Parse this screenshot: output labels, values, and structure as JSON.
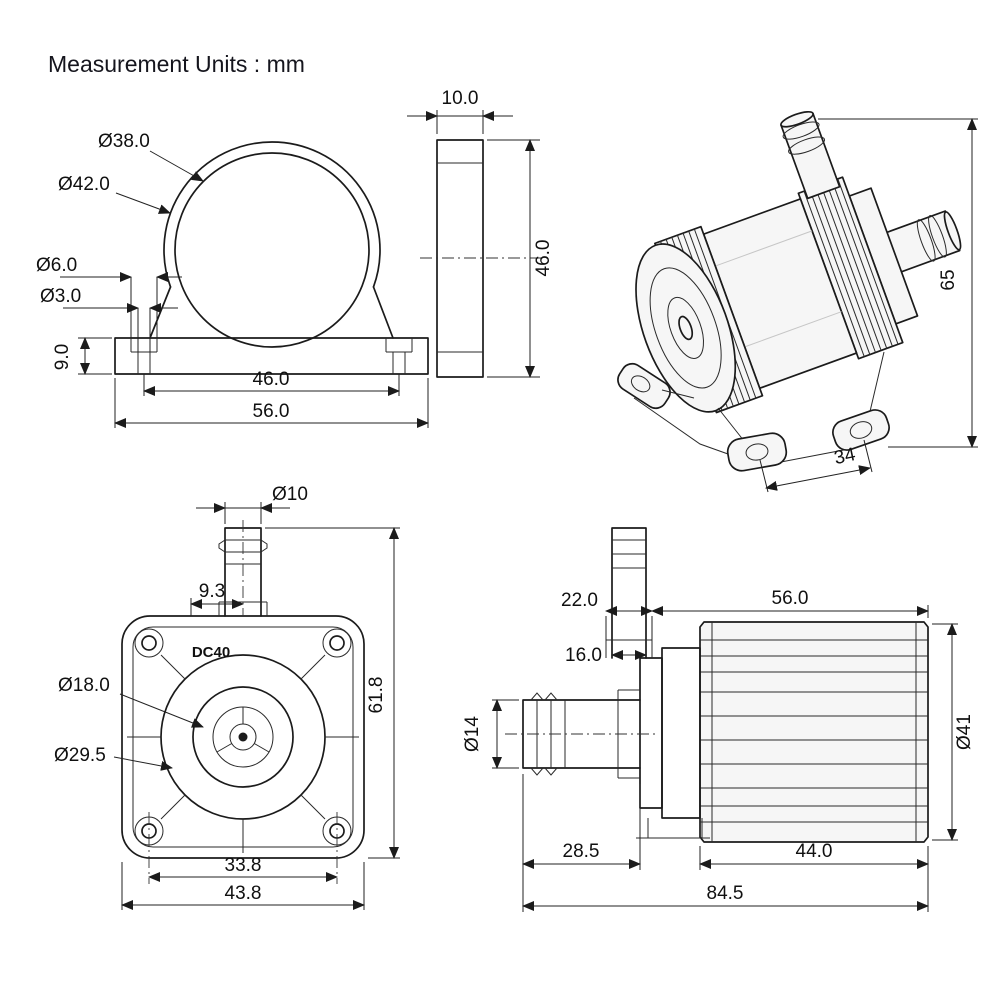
{
  "title": "Measurement Units : mm",
  "bracket_front": {
    "dia38": "Ø38.0",
    "dia42": "Ø42.0",
    "dia6": "Ø6.0",
    "dia3": "Ø3.0",
    "h9": "9.0",
    "w46": "46.0",
    "w56": "56.0"
  },
  "bracket_side": {
    "w10": "10.0",
    "h46": "46.0"
  },
  "pump_iso": {
    "h65": "65",
    "w34": "34"
  },
  "pump_face": {
    "dia10": "Ø10",
    "off93": "9.3",
    "model": "DC40",
    "dia18": "Ø18.0",
    "dia295": "Ø29.5",
    "h618": "61.8",
    "w338": "33.8",
    "w438": "43.8"
  },
  "pump_side": {
    "w22": "22.0",
    "w16": "16.0",
    "dia14": "Ø14",
    "w56": "56.0",
    "dia41": "Ø41",
    "w285": "28.5",
    "w44": "44.0",
    "w845": "84.5"
  }
}
